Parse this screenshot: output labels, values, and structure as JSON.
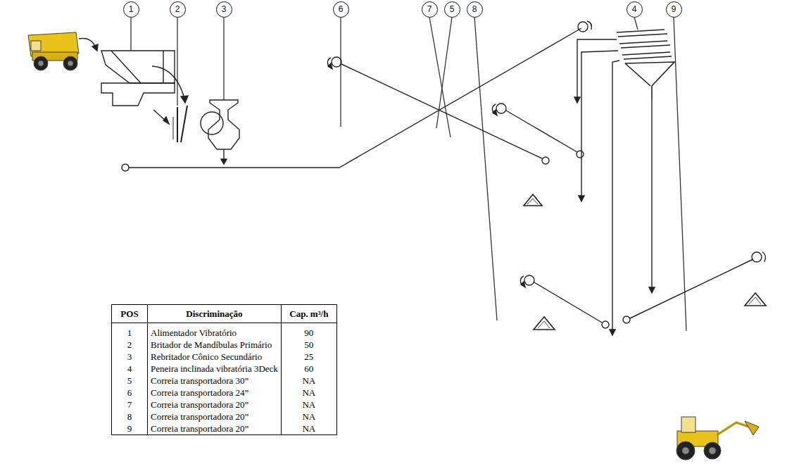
{
  "diagram": {
    "nodes": [
      {
        "text": [
          "1"
        ]
      },
      {
        "text": [
          "2"
        ]
      },
      {
        "text": [
          "3"
        ]
      },
      {
        "text": [
          "6"
        ]
      },
      {
        "text": [
          "7"
        ]
      },
      {
        "text": [
          "5"
        ]
      },
      {
        "text": [
          "8"
        ]
      },
      {
        "text": [
          "4"
        ]
      },
      {
        "text": [
          "9"
        ]
      }
    ],
    "labels": [
      "POS",
      "Discriminação",
      "Cap. m³/h",
      "1",
      "Alimentador Vibratório",
      "90",
      "2",
      "Britador de Mandíbulas Primário",
      "50",
      "3",
      "Rebritador Cônico Secundário",
      "25",
      "4",
      "Peneira inclinada vibratória 3Deck",
      "60",
      "5",
      "Correia transportadora 30”",
      "NA",
      "6",
      "Correia transportadora 24”",
      "NA",
      "7",
      "Correia transportadora 20”",
      "NA",
      "8",
      "Correia transportadora 20”",
      "NA",
      "9",
      "Correia transportadora 20”",
      "NA"
    ]
  }
}
